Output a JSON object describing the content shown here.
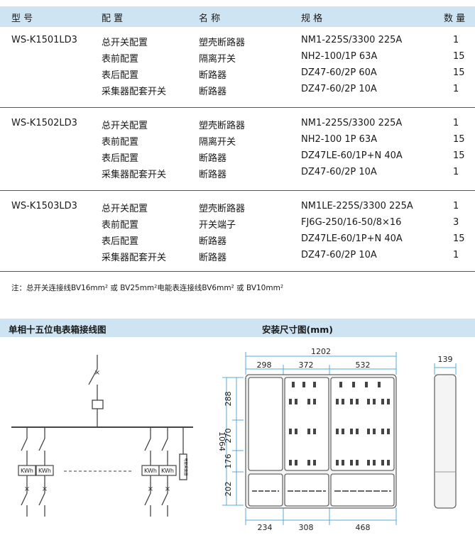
{
  "table": {
    "headers": {
      "model": "型 号",
      "config": "配 置",
      "name": "名 称",
      "spec": "规 格",
      "qty": "数 量"
    },
    "groups": [
      {
        "model": "WS-K1501LD3",
        "rows": [
          {
            "config": "总开关配置",
            "name": "塑壳断路器",
            "spec": "NM1-225S/3300 225A",
            "qty": "1"
          },
          {
            "config": "表前配置",
            "name": "隔离开关",
            "spec": "NH2-100/1P 63A",
            "qty": "15"
          },
          {
            "config": "表后配置",
            "name": "断路器",
            "spec": "DZ47-60/2P 60A",
            "qty": "15"
          },
          {
            "config": "采集器配套开关",
            "name": "断路器",
            "spec": "DZ47-60/2P 10A",
            "qty": "1"
          }
        ]
      },
      {
        "model": "WS-K1502LD3",
        "rows": [
          {
            "config": "总开关配置",
            "name": "塑壳断路器",
            "spec": "NM1-225S/3300 225A",
            "qty": "1"
          },
          {
            "config": "表前配置",
            "name": "隔离开关",
            "spec": "NH2-100 1P 63A",
            "qty": "15"
          },
          {
            "config": "表后配置",
            "name": "断路器",
            "spec": "DZ47LE-60/1P+N 40A",
            "qty": "15"
          },
          {
            "config": "采集器配套开关",
            "name": "断路器",
            "spec": "DZ47-60/2P 10A",
            "qty": "1"
          }
        ]
      },
      {
        "model": "WS-K1503LD3",
        "rows": [
          {
            "config": "总开关配置",
            "name": "塑壳断路器",
            "spec": "NM1LE-225S/3300 225A",
            "qty": "1"
          },
          {
            "config": "表前配置",
            "name": "开关端子",
            "spec": "FJ6G-250/16-50/8×16",
            "qty": "3"
          },
          {
            "config": "表后配置",
            "name": "断路器",
            "spec": "DZ47LE-60/1P+N 40A",
            "qty": "15"
          },
          {
            "config": "采集器配套开关",
            "name": "断路器",
            "spec": "DZ47-60/2P 10A",
            "qty": "1"
          }
        ]
      }
    ]
  },
  "note": "注：总开关连接线BV16mm² 或 BV25mm²电能表连接线BV6mm² 或 BV10mm²",
  "section_left_title": "单相十五位电表箱接线图",
  "section_right_title": "安装尺寸图(mm)",
  "wiring": {
    "meter_label": "KWh",
    "collector_label": "电能采集器",
    "switch_mark": "×"
  },
  "dimensions": {
    "total_width": "1202",
    "depth": "139",
    "top_widths": [
      "298",
      "372",
      "532"
    ],
    "height": "1064",
    "left_heights": [
      "288",
      "270",
      "176",
      "202"
    ],
    "bottom_widths": [
      "234",
      "308",
      "468"
    ]
  },
  "colors": {
    "header_bg": "#cfe4f2",
    "dim_line": "#5aa9d6"
  }
}
